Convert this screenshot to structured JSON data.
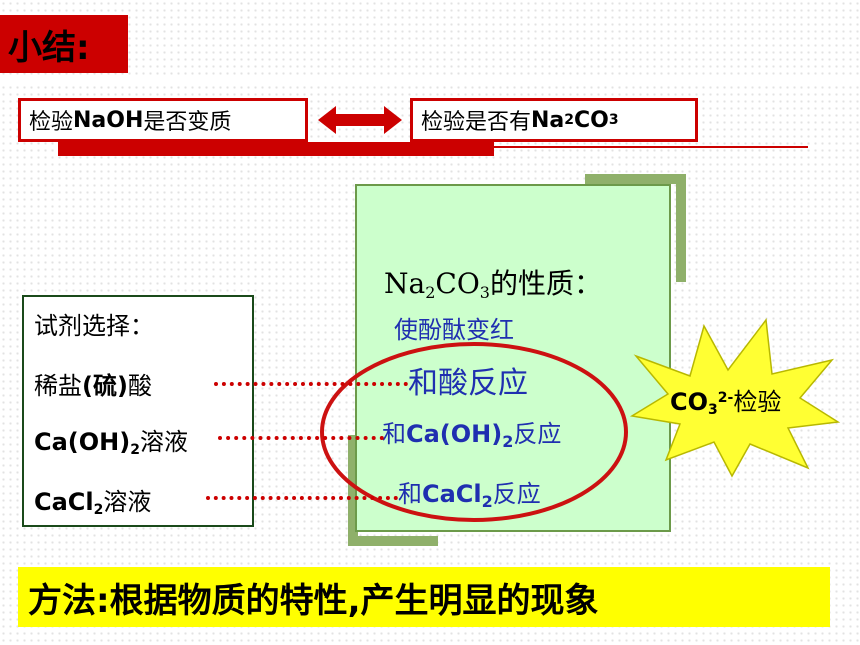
{
  "title": "小结:",
  "check_left": {
    "prefix": "检验",
    "formula": "NaOH",
    "suffix": "是否变质"
  },
  "check_right": {
    "prefix": "检验是否有",
    "na": "Na",
    "na_sub": "2",
    "co": "CO",
    "co_sub": "3"
  },
  "properties": {
    "title_na": "Na",
    "title_na_sub": "2",
    "title_co": "CO",
    "title_co_sub": "3",
    "title_suffix": "的性质：",
    "item_1": "使酚酞变红",
    "item_2": "和酸反应",
    "item_3": {
      "prefix": "和",
      "formula": "Ca(OH)",
      "sub": "2",
      "suffix": "反应"
    },
    "item_4": {
      "prefix": "和",
      "formula": "CaCl",
      "sub": "2",
      "suffix": "反应"
    }
  },
  "reagents": {
    "title": "试剂选择：",
    "item_1": {
      "pre": "稀盐",
      "paren": "(硫)",
      "post": "酸"
    },
    "item_2": {
      "formula": "Ca(OH)",
      "sub": "2",
      "suffix": "溶液"
    },
    "item_3": {
      "formula": "CaCl",
      "sub": "2",
      "suffix": "溶液"
    }
  },
  "star": {
    "co": "CO",
    "sub": "3",
    "sup": "2-",
    "suffix": "检验"
  },
  "method": "方法:根据物质的特性,产生明显的现象",
  "colors": {
    "accent_red": "#cc0000",
    "green_box": "#ccffcc",
    "star_yellow": "#ffff33",
    "method_yellow": "#ffff00",
    "property_blue": "#1f2fb0"
  }
}
